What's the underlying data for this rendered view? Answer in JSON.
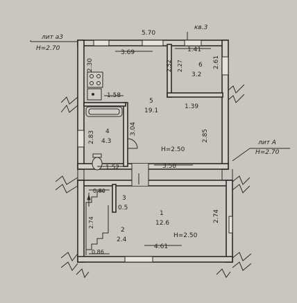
{
  "title_right": "кв.3",
  "lit_left": "лит а3",
  "lit_left_h": "H=2.70",
  "lit_right": "лит А",
  "lit_right_h": "H=2.70",
  "rooms": [
    {
      "num": "1",
      "area": "12.6",
      "height": "H=2.50"
    },
    {
      "num": "2",
      "area": "2.4"
    },
    {
      "num": "3",
      "area": "0.5"
    },
    {
      "num": "4",
      "area": "4.3"
    },
    {
      "num": "5",
      "area": "19.1",
      "height": "H=2.50"
    },
    {
      "num": "6",
      "area": "3.2"
    }
  ],
  "dims": {
    "top_total": "5.70",
    "room5_top": "3.69",
    "room6_top": "1.41",
    "right_upper": "2.61",
    "left_upper": "2.30",
    "room6_left_a": "2.52",
    "room6_left_b": "2.27",
    "kitchen": "1.58",
    "room6_bottom": "1.39",
    "room4_height": "2.83",
    "room5_left": "3.04",
    "room5_right": "2.85",
    "room4_bottom": "1.52",
    "room5_bottom": "3.58",
    "stair_top": "0.80",
    "stair_side": "2.74",
    "room1_right": "2.74",
    "stair_bottom": "0.86",
    "room1_bottom": "4.61"
  }
}
